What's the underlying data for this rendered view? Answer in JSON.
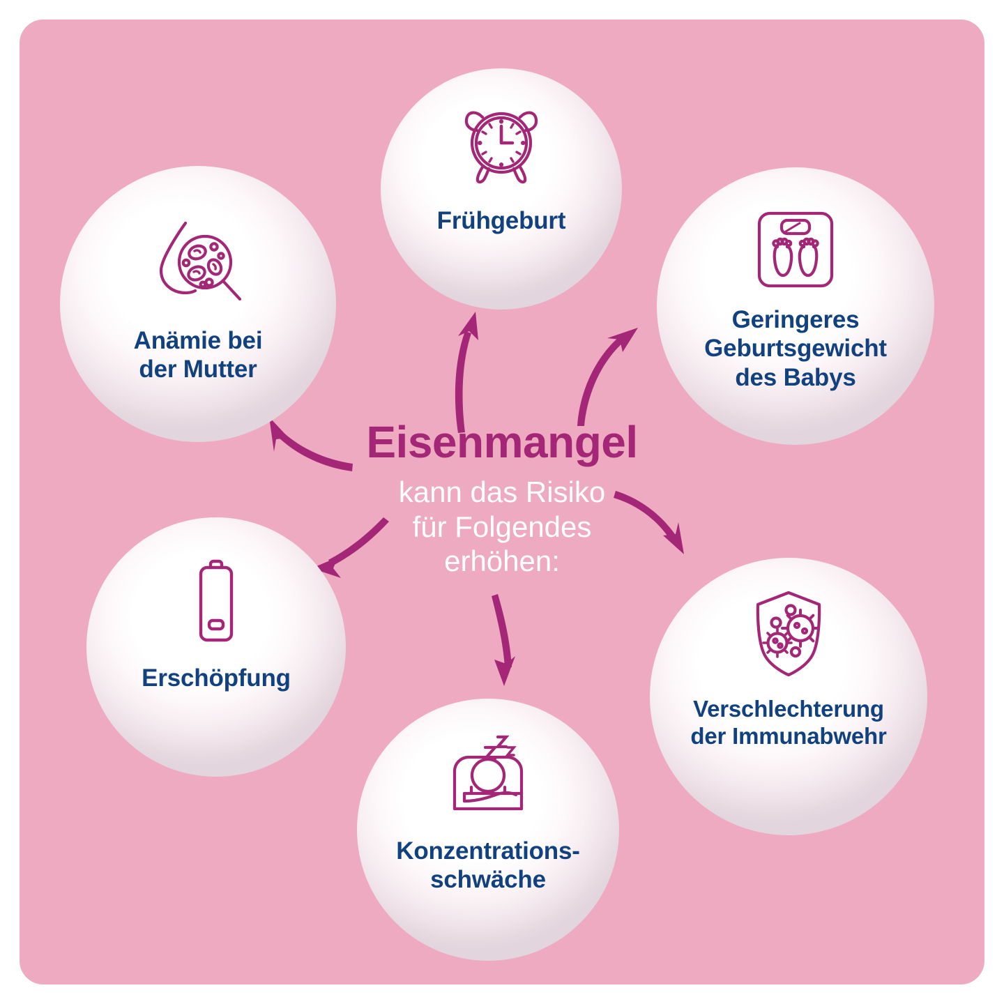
{
  "colors": {
    "panel_pink": "#eeaac1",
    "accent_magenta": "#a32776",
    "label_navy": "#11417f",
    "subtitle_white": "#ffffff",
    "bubble_white": "#ffffff"
  },
  "center": {
    "title": "Eisenmangel",
    "subtitle": "kann das Risiko\nfür Folgendes\nerhöhen:"
  },
  "bubbles": [
    {
      "id": "anaemie",
      "label": "Anämie bei\nder Mutter",
      "icon": "blood-drop-microscope-icon"
    },
    {
      "id": "fruehgeburt",
      "label": "Frühgeburt",
      "icon": "alarm-clock-icon"
    },
    {
      "id": "gewicht",
      "label": "Geringeres\nGeburtsgewicht\ndes Babys",
      "icon": "baby-scale-icon"
    },
    {
      "id": "immun",
      "label": "Verschlechterung\nder Immunabwehr",
      "icon": "shield-germs-icon"
    },
    {
      "id": "konzentration",
      "label": "Konzentrations-\nschwäche",
      "icon": "sleeping-person-icon"
    },
    {
      "id": "erschoepfung",
      "label": "Erschöpfung",
      "icon": "low-battery-icon"
    }
  ],
  "arrows": [
    {
      "id": "to-anaemie",
      "target": "anaemie"
    },
    {
      "id": "to-fruehgeburt",
      "target": "fruehgeburt"
    },
    {
      "id": "to-gewicht",
      "target": "gewicht"
    },
    {
      "id": "to-immun",
      "target": "immun"
    },
    {
      "id": "to-konzentration",
      "target": "konzentration"
    },
    {
      "id": "to-erschoepfung",
      "target": "erschoepfung"
    }
  ]
}
